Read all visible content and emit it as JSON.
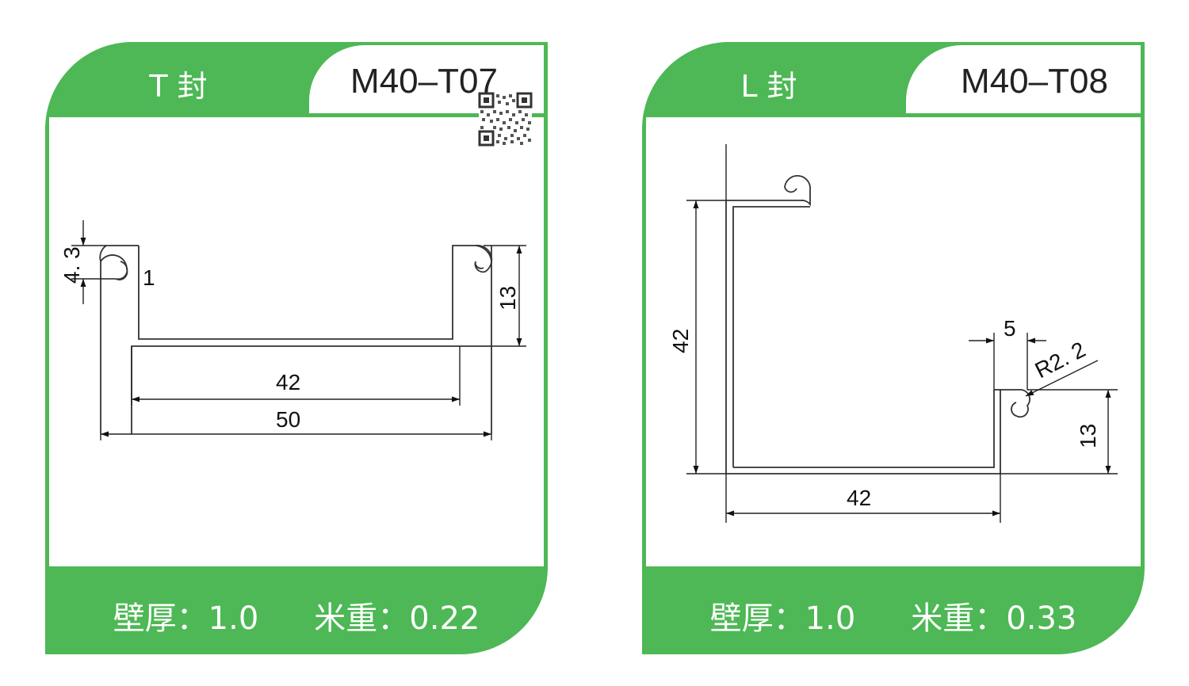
{
  "panels": [
    {
      "name": "T 封",
      "code": "M40–T07",
      "dims": {
        "d1": "4. 3",
        "d2": "1",
        "d3": "13",
        "d4": "42",
        "d5": "50"
      },
      "wall_label": "壁厚：",
      "wall_value": "1.0",
      "weight_label": "米重：",
      "weight_value": "0.22",
      "has_qr": true
    },
    {
      "name": "L 封",
      "code": "M40–T08",
      "dims": {
        "d1": "42",
        "d2": "5",
        "d3": "R2. 2",
        "d4": "13",
        "d5": "42"
      },
      "wall_label": "壁厚：",
      "wall_value": "1.0",
      "weight_label": "米重：",
      "weight_value": "0.33",
      "has_qr": false
    }
  ],
  "colors": {
    "accent": "#4db855",
    "line": "#333333"
  }
}
